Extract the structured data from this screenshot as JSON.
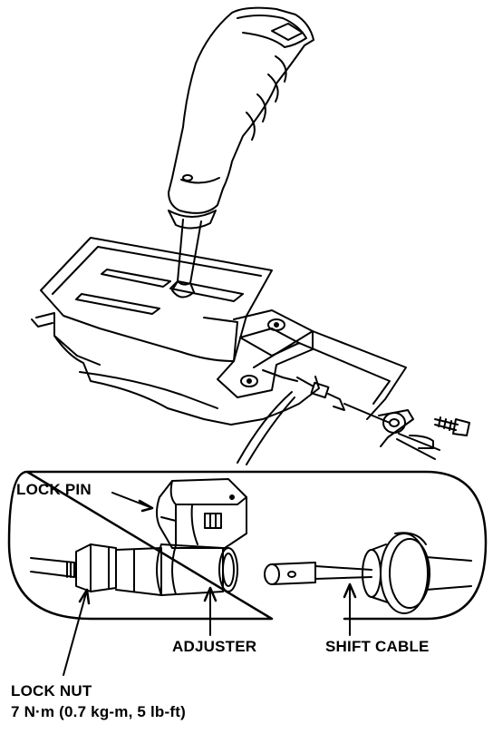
{
  "labels": {
    "lock_pin": "LOCK PIN",
    "adjuster": "ADJUSTER",
    "shift_cable": "SHIFT CABLE",
    "lock_nut": "LOCK NUT",
    "torque_spec": "7 N·m (0.7 kg-m, 5 lb-ft)"
  },
  "colors": {
    "ink": "#000000",
    "paper": "#ffffff"
  }
}
